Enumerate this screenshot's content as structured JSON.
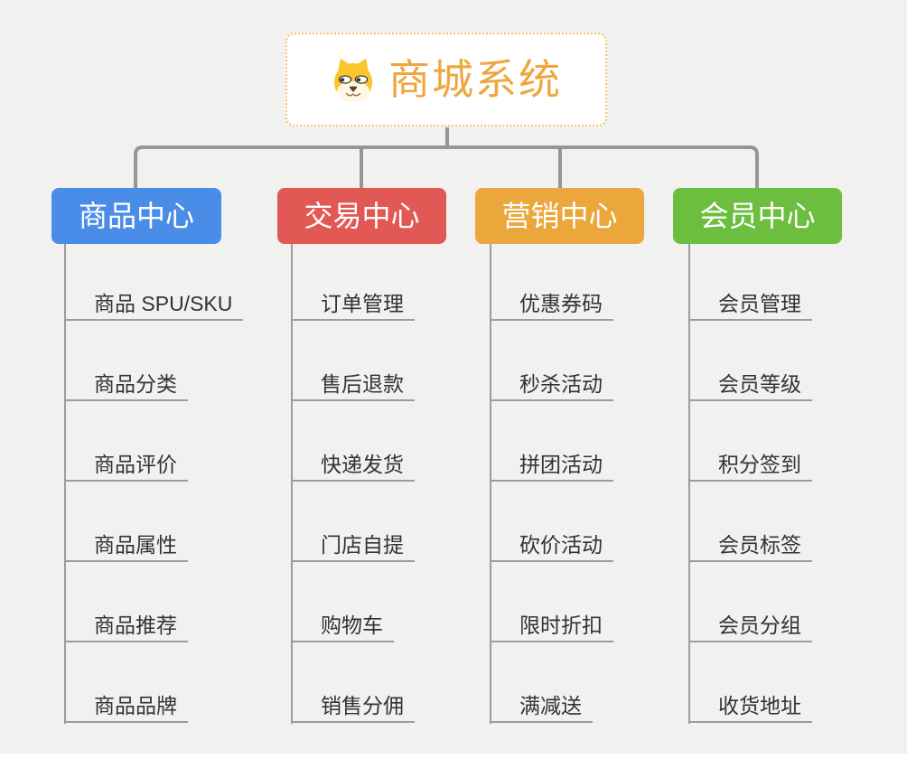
{
  "page": {
    "background_color": "#f1f1f0"
  },
  "root": {
    "title": "商城系统",
    "icon": "shiba-dog-icon",
    "title_color": "#f0a63e",
    "border_color": "#f6c36b"
  },
  "connectors": {
    "main_color": "#969696",
    "leaf_line_color": "#9c9c9c"
  },
  "branches": [
    {
      "label": "商品中心",
      "color": "#4a8de9",
      "children": [
        "商品 SPU/SKU",
        "商品分类",
        "商品评价",
        "商品属性",
        "商品推荐",
        "商品品牌"
      ]
    },
    {
      "label": "交易中心",
      "color": "#e25855",
      "children": [
        "订单管理",
        "售后退款",
        "快递发货",
        "门店自提",
        "购物车",
        "销售分佣"
      ]
    },
    {
      "label": "营销中心",
      "color": "#eba73b",
      "children": [
        "优惠券码",
        "秒杀活动",
        "拼团活动",
        "砍价活动",
        "限时折扣",
        "满减送"
      ]
    },
    {
      "label": "会员中心",
      "color": "#6bbe3e",
      "children": [
        "会员管理",
        "会员等级",
        "积分签到",
        "会员标签",
        "会员分组",
        "收货地址"
      ]
    }
  ]
}
